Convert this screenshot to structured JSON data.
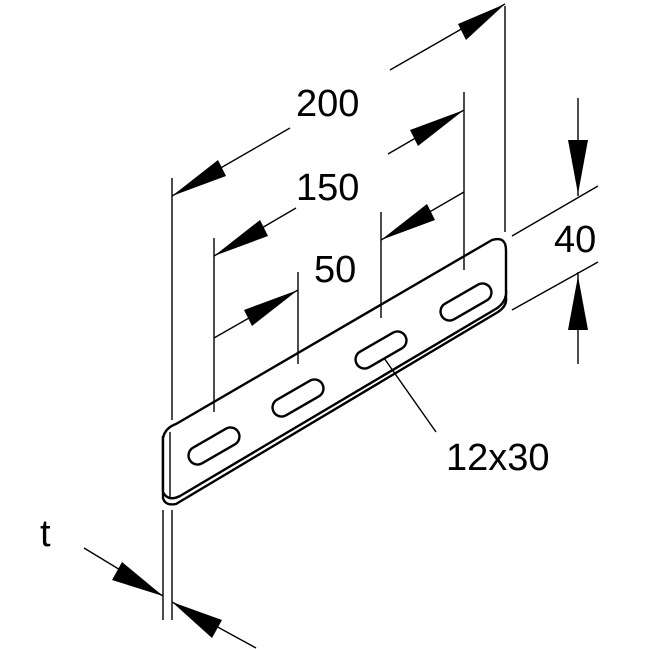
{
  "dimensions": {
    "length_total": "200",
    "length_outer_holes": "150",
    "hole_spacing": "50",
    "width": "40",
    "slot_size": "12x30",
    "thickness": "t"
  }
}
